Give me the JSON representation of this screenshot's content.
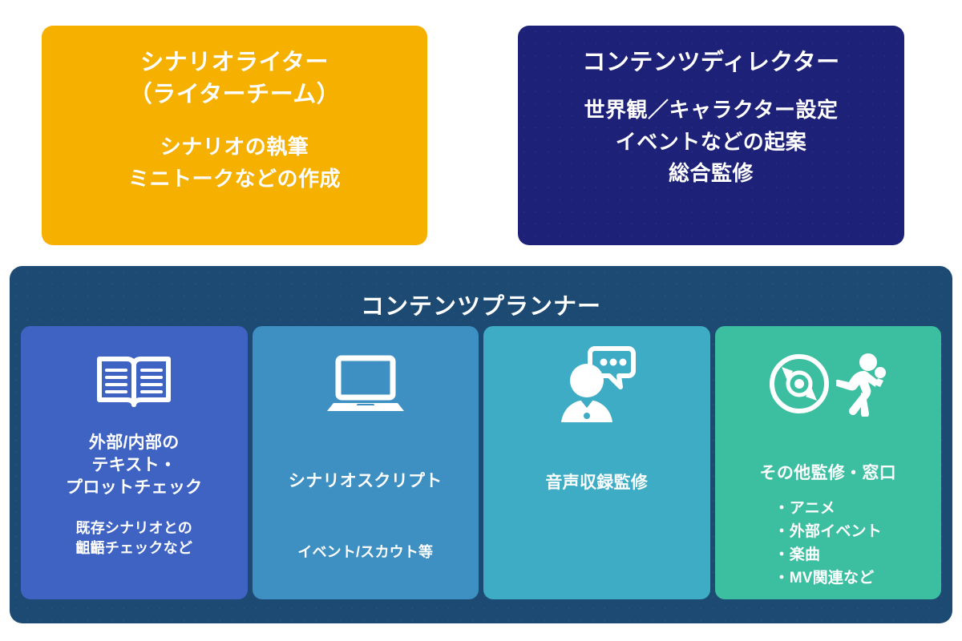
{
  "diagram": {
    "top_cards": [
      {
        "id": "scenario-writer",
        "title": "シナリオライター\n（ライターチーム）",
        "title_line1": "シナリオライター",
        "title_line2": "（ライターチーム）",
        "body_line1": "シナリオの執筆",
        "body_line2": "ミニトークなどの作成",
        "color": "#f5b000",
        "text_color": "#ffffff"
      },
      {
        "id": "content-director",
        "title_line1": "コンテンツディレクター",
        "body_line1": "世界観／キャラクター設定",
        "body_line2": "イベントなどの起案",
        "body_line3": "総合監修",
        "color": "#1e2178",
        "text_color": "#ffffff"
      }
    ],
    "planner": {
      "title": "コンテンツプランナー",
      "color": "#1d4a73",
      "text_color": "#ffffff",
      "cards": [
        {
          "id": "text-plot-check",
          "icon": "open-book-icon",
          "title_line1": "外部/内部の",
          "title_line2": "テキスト・",
          "title_line3": "プロットチェック",
          "sub_line1": "既存シナリオとの",
          "sub_line2": "齟齬チェックなど",
          "color": "#3e63c2"
        },
        {
          "id": "scenario-script",
          "icon": "laptop-icon",
          "title_line1": "シナリオスクリプト",
          "sub_line1": "イベント/スカウト等",
          "color": "#3e8fc2"
        },
        {
          "id": "voice-recording-supervision",
          "icon": "person-speech-bubble-icon",
          "title_line1": "音声収録監修",
          "color": "#3dacc4"
        },
        {
          "id": "other-supervision-contact",
          "icon": "cd-disc-icon + performer-microphone-icon",
          "title_line1": "その他監修・窓口",
          "bullets": [
            "・アニメ",
            "・外部イベント",
            "・楽曲",
            "・MV関連など"
          ],
          "color": "#3cbfa0"
        }
      ]
    }
  }
}
